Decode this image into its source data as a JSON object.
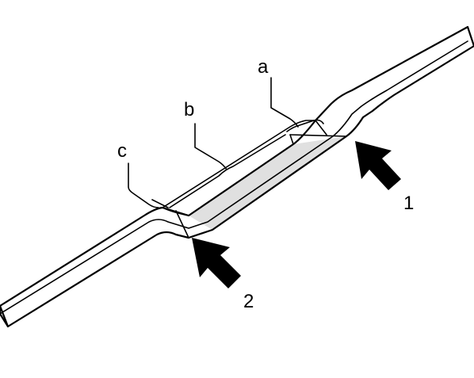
{
  "labels": {
    "a": "a",
    "b": "b",
    "c": "c",
    "arrow_1": "1",
    "arrow_2": "2"
  },
  "colors": {
    "line": "#000000",
    "highlight_zone": "#e0e0e0",
    "background": "#ffffff"
  },
  "icons": {
    "arrow_1": "bold-arrow-pointing-up-left",
    "arrow_2": "bold-arrow-pointing-up-left"
  }
}
